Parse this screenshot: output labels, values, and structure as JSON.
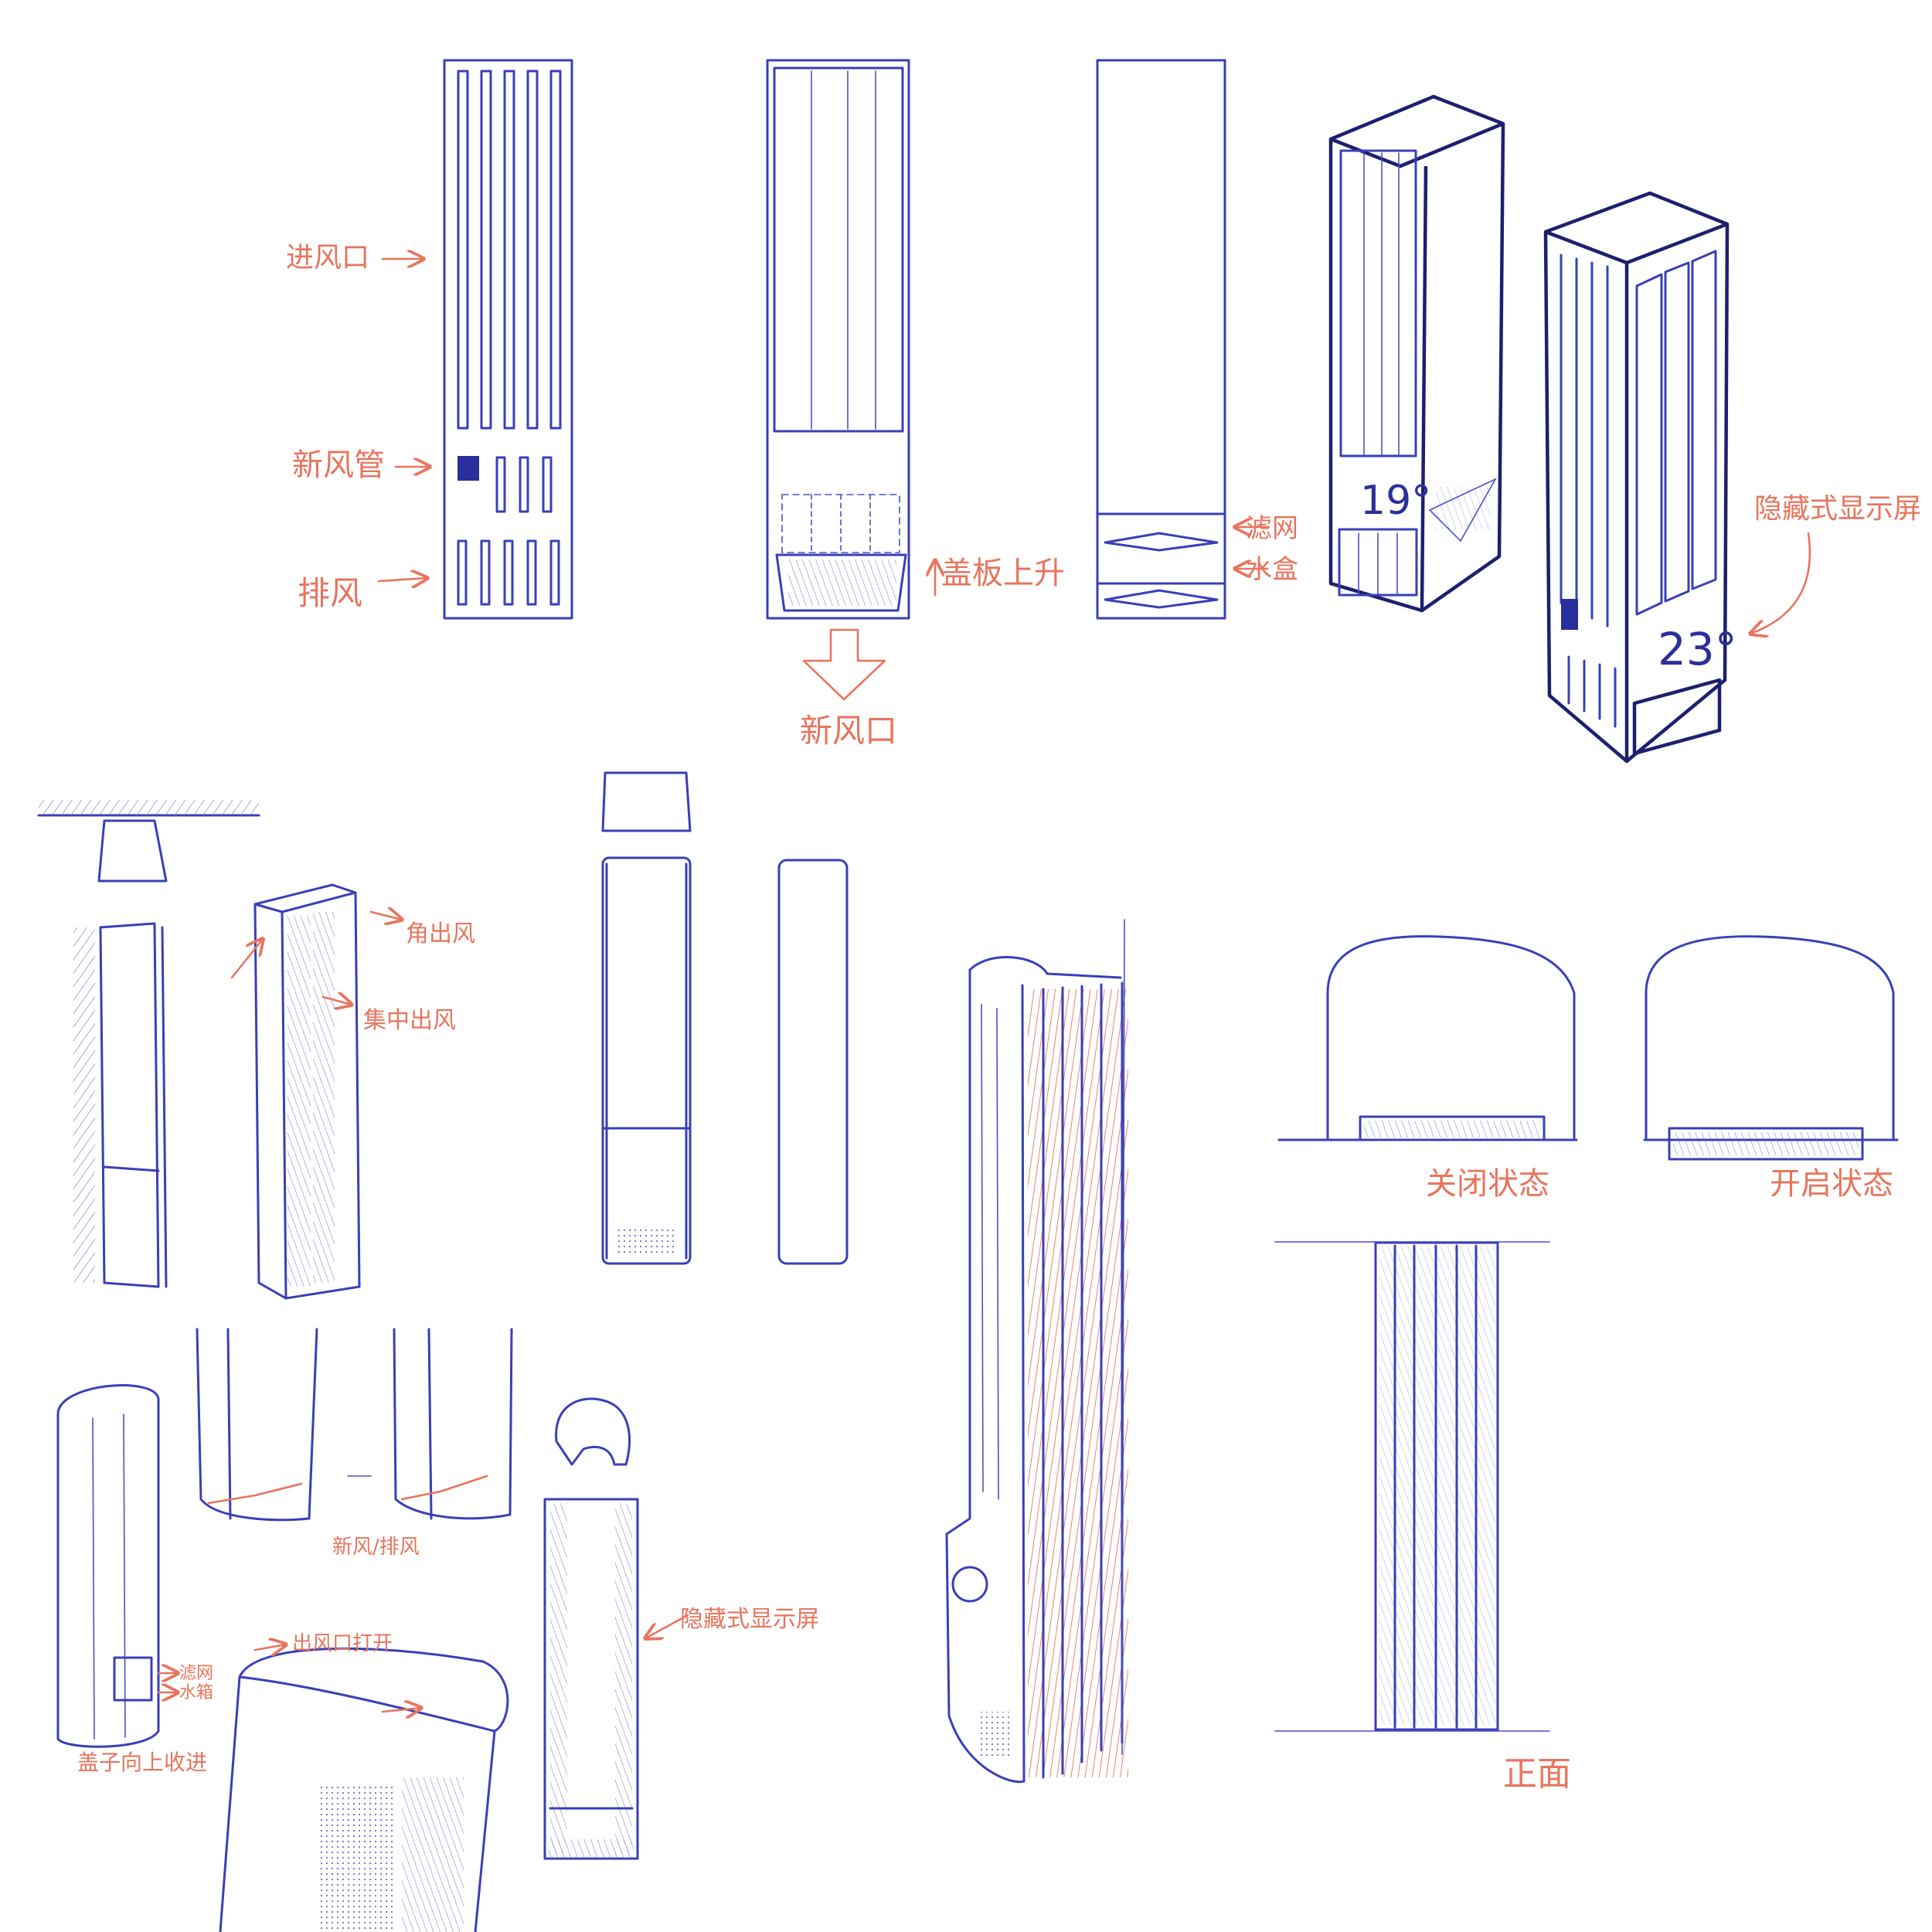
{
  "colors": {
    "ink": "#3a3fb8",
    "annotation": "#e8745d",
    "paper": "#ffffff"
  },
  "front_view": {
    "intake_label": "进风口",
    "fresh_air_pipe_label": "新风管",
    "exhaust_label": "排风"
  },
  "cover_view": {
    "cover_lift_label": "盖板上升",
    "fresh_air_inlet_label": "新风口"
  },
  "side_view": {
    "filter_label": "滤网",
    "water_box_label": "水盒"
  },
  "perspective_a": {
    "temperature": "19°"
  },
  "perspective_b": {
    "temperature": "23°",
    "hidden_display_label": "隐藏式显示屏"
  },
  "wall_unit": {
    "side_outlet_label": "角出风",
    "concentrated_outlet_label": "集中出风"
  },
  "detail_sketches": {
    "fresh_exhaust_label": "新风/排风",
    "filter_label": "滤网",
    "water_tank_label": "水箱",
    "lid_label": "盖子向上收进",
    "outlet_open_label": "出风口打开",
    "hidden_display_label": "隐藏式显示屏"
  },
  "vent_states": {
    "closed_label": "关闭状态",
    "open_label": "开启状态",
    "front_label": "正面"
  }
}
